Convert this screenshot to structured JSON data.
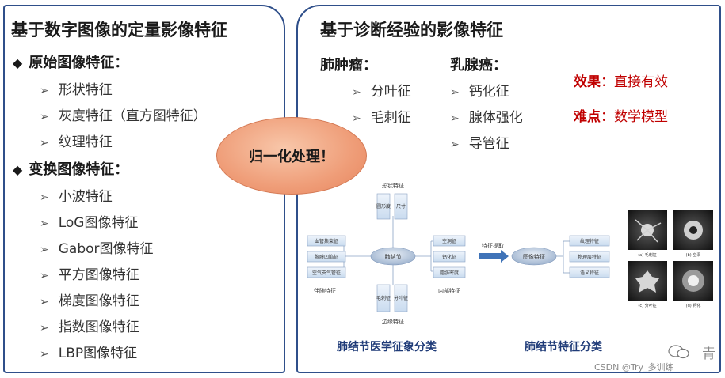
{
  "left": {
    "title": "基于数字图像的定量影像特征",
    "section1": "原始图像特征：",
    "items1": [
      "形状特征",
      "灰度特征（直方图特征）",
      "纹理特征"
    ],
    "section2": "变换图像特征：",
    "items2": [
      "小波特征",
      "LoG图像特征",
      "Gabor图像特征",
      "平方图像特征",
      "梯度图像特征",
      "指数图像特征",
      "LBP图像特征"
    ]
  },
  "center": {
    "label": "归一化处理！"
  },
  "right": {
    "title": "基于诊断经验的影像特征",
    "col1_head": "肺肿瘤：",
    "col1_items": [
      "分叶征",
      "毛刺征"
    ],
    "col2_head": "乳腺癌：",
    "col2_items": [
      "钙化征",
      "腺体强化",
      "导管征"
    ],
    "effect_label": "效果",
    "effect_value": "：直接有效",
    "difficulty_label": "难点",
    "difficulty_value": "：数学模型"
  },
  "diagram": {
    "shape_features": "形状特征",
    "shape_box1": "圆形度",
    "shape_box2": "尺寸",
    "center_node": "肺结节",
    "left_boxes": [
      "血管集束征",
      "胸膜凹陷征",
      "空气支气管征"
    ],
    "adjacent": "伴随特征",
    "right_boxes": [
      "空洞征",
      "钙化征",
      "脂肪密度"
    ],
    "internal": "内部特征",
    "edge_box1": "毛刺征",
    "edge_box2": "分叶征",
    "edge_features": "边缘特征",
    "extract": "特征提取",
    "image_feature": "图像特征",
    "out_boxes": [
      "纹理特征",
      "物理层特征",
      "语义特征"
    ],
    "img_caps": [
      "(a) 毛刺征",
      "(b) 空洞",
      "(c) 分叶征",
      "(d) 钙化"
    ]
  },
  "captions": {
    "left": "肺结节医学征象分类",
    "right": "肺结节特征分类"
  },
  "watermark": {
    "csdn": "CSDN @Try_多训练",
    "wechat": "青"
  }
}
